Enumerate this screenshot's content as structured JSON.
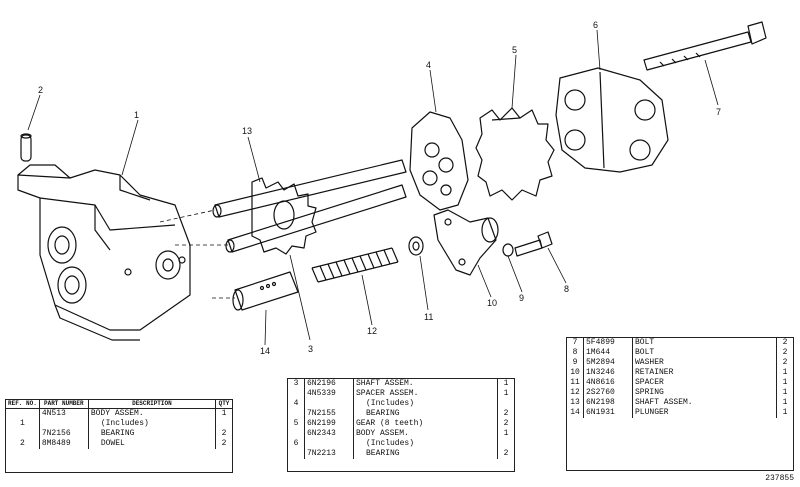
{
  "callouts": [
    "1",
    "2",
    "3",
    "4",
    "5",
    "6",
    "7",
    "8",
    "9",
    "10",
    "11",
    "12",
    "13",
    "14"
  ],
  "table_left": {
    "headers": [
      "REF. NO.",
      "PART NUMBER",
      "DESCRIPTION",
      "QTY"
    ],
    "rows": [
      {
        "ref": "",
        "part": "4N513",
        "desc": "BODY ASSEM.",
        "qty": "1"
      },
      {
        "ref": "1",
        "part": "",
        "desc": "(Includes)",
        "qty": ""
      },
      {
        "ref": "",
        "part": "7N2156",
        "desc": "BEARING",
        "qty": "2"
      },
      {
        "ref": "2",
        "part": "8M8489",
        "desc": "DOWEL",
        "qty": "2"
      }
    ]
  },
  "table_middle": {
    "rows": [
      {
        "ref": "3",
        "part": "6N2196",
        "desc": "SHAFT ASSEM.",
        "qty": "1"
      },
      {
        "ref": "",
        "part": "4N5339",
        "desc": "SPACER ASSEM.",
        "qty": "1"
      },
      {
        "ref": "4",
        "part": "",
        "desc": "(Includes)",
        "qty": ""
      },
      {
        "ref": "",
        "part": "7N2155",
        "desc": "BEARING",
        "qty": "2"
      },
      {
        "ref": "5",
        "part": "6N2199",
        "desc": "GEAR (8 teeth)",
        "qty": "2"
      },
      {
        "ref": "",
        "part": "6N2343",
        "desc": "BODY ASSEM.",
        "qty": "1"
      },
      {
        "ref": "6",
        "part": "",
        "desc": "(Includes)",
        "qty": ""
      },
      {
        "ref": "",
        "part": "7N2213",
        "desc": "BEARING",
        "qty": "2"
      }
    ]
  },
  "table_right": {
    "rows": [
      {
        "ref": "7",
        "part": "5F4899",
        "desc": "BOLT",
        "qty": "2"
      },
      {
        "ref": "8",
        "part": "1M644",
        "desc": "BOLT",
        "qty": "2"
      },
      {
        "ref": "9",
        "part": "5M2894",
        "desc": "WASHER",
        "qty": "2"
      },
      {
        "ref": "10",
        "part": "1N3246",
        "desc": "RETAINER",
        "qty": "1"
      },
      {
        "ref": "11",
        "part": "4N8616",
        "desc": "SPACER",
        "qty": "1"
      },
      {
        "ref": "12",
        "part": "2S2760",
        "desc": "SPRING",
        "qty": "1"
      },
      {
        "ref": "13",
        "part": "6N2198",
        "desc": "SHAFT ASSEM.",
        "qty": "1"
      },
      {
        "ref": "14",
        "part": "6N1931",
        "desc": "PLUNGER",
        "qty": "1"
      }
    ]
  },
  "serial": "237855"
}
